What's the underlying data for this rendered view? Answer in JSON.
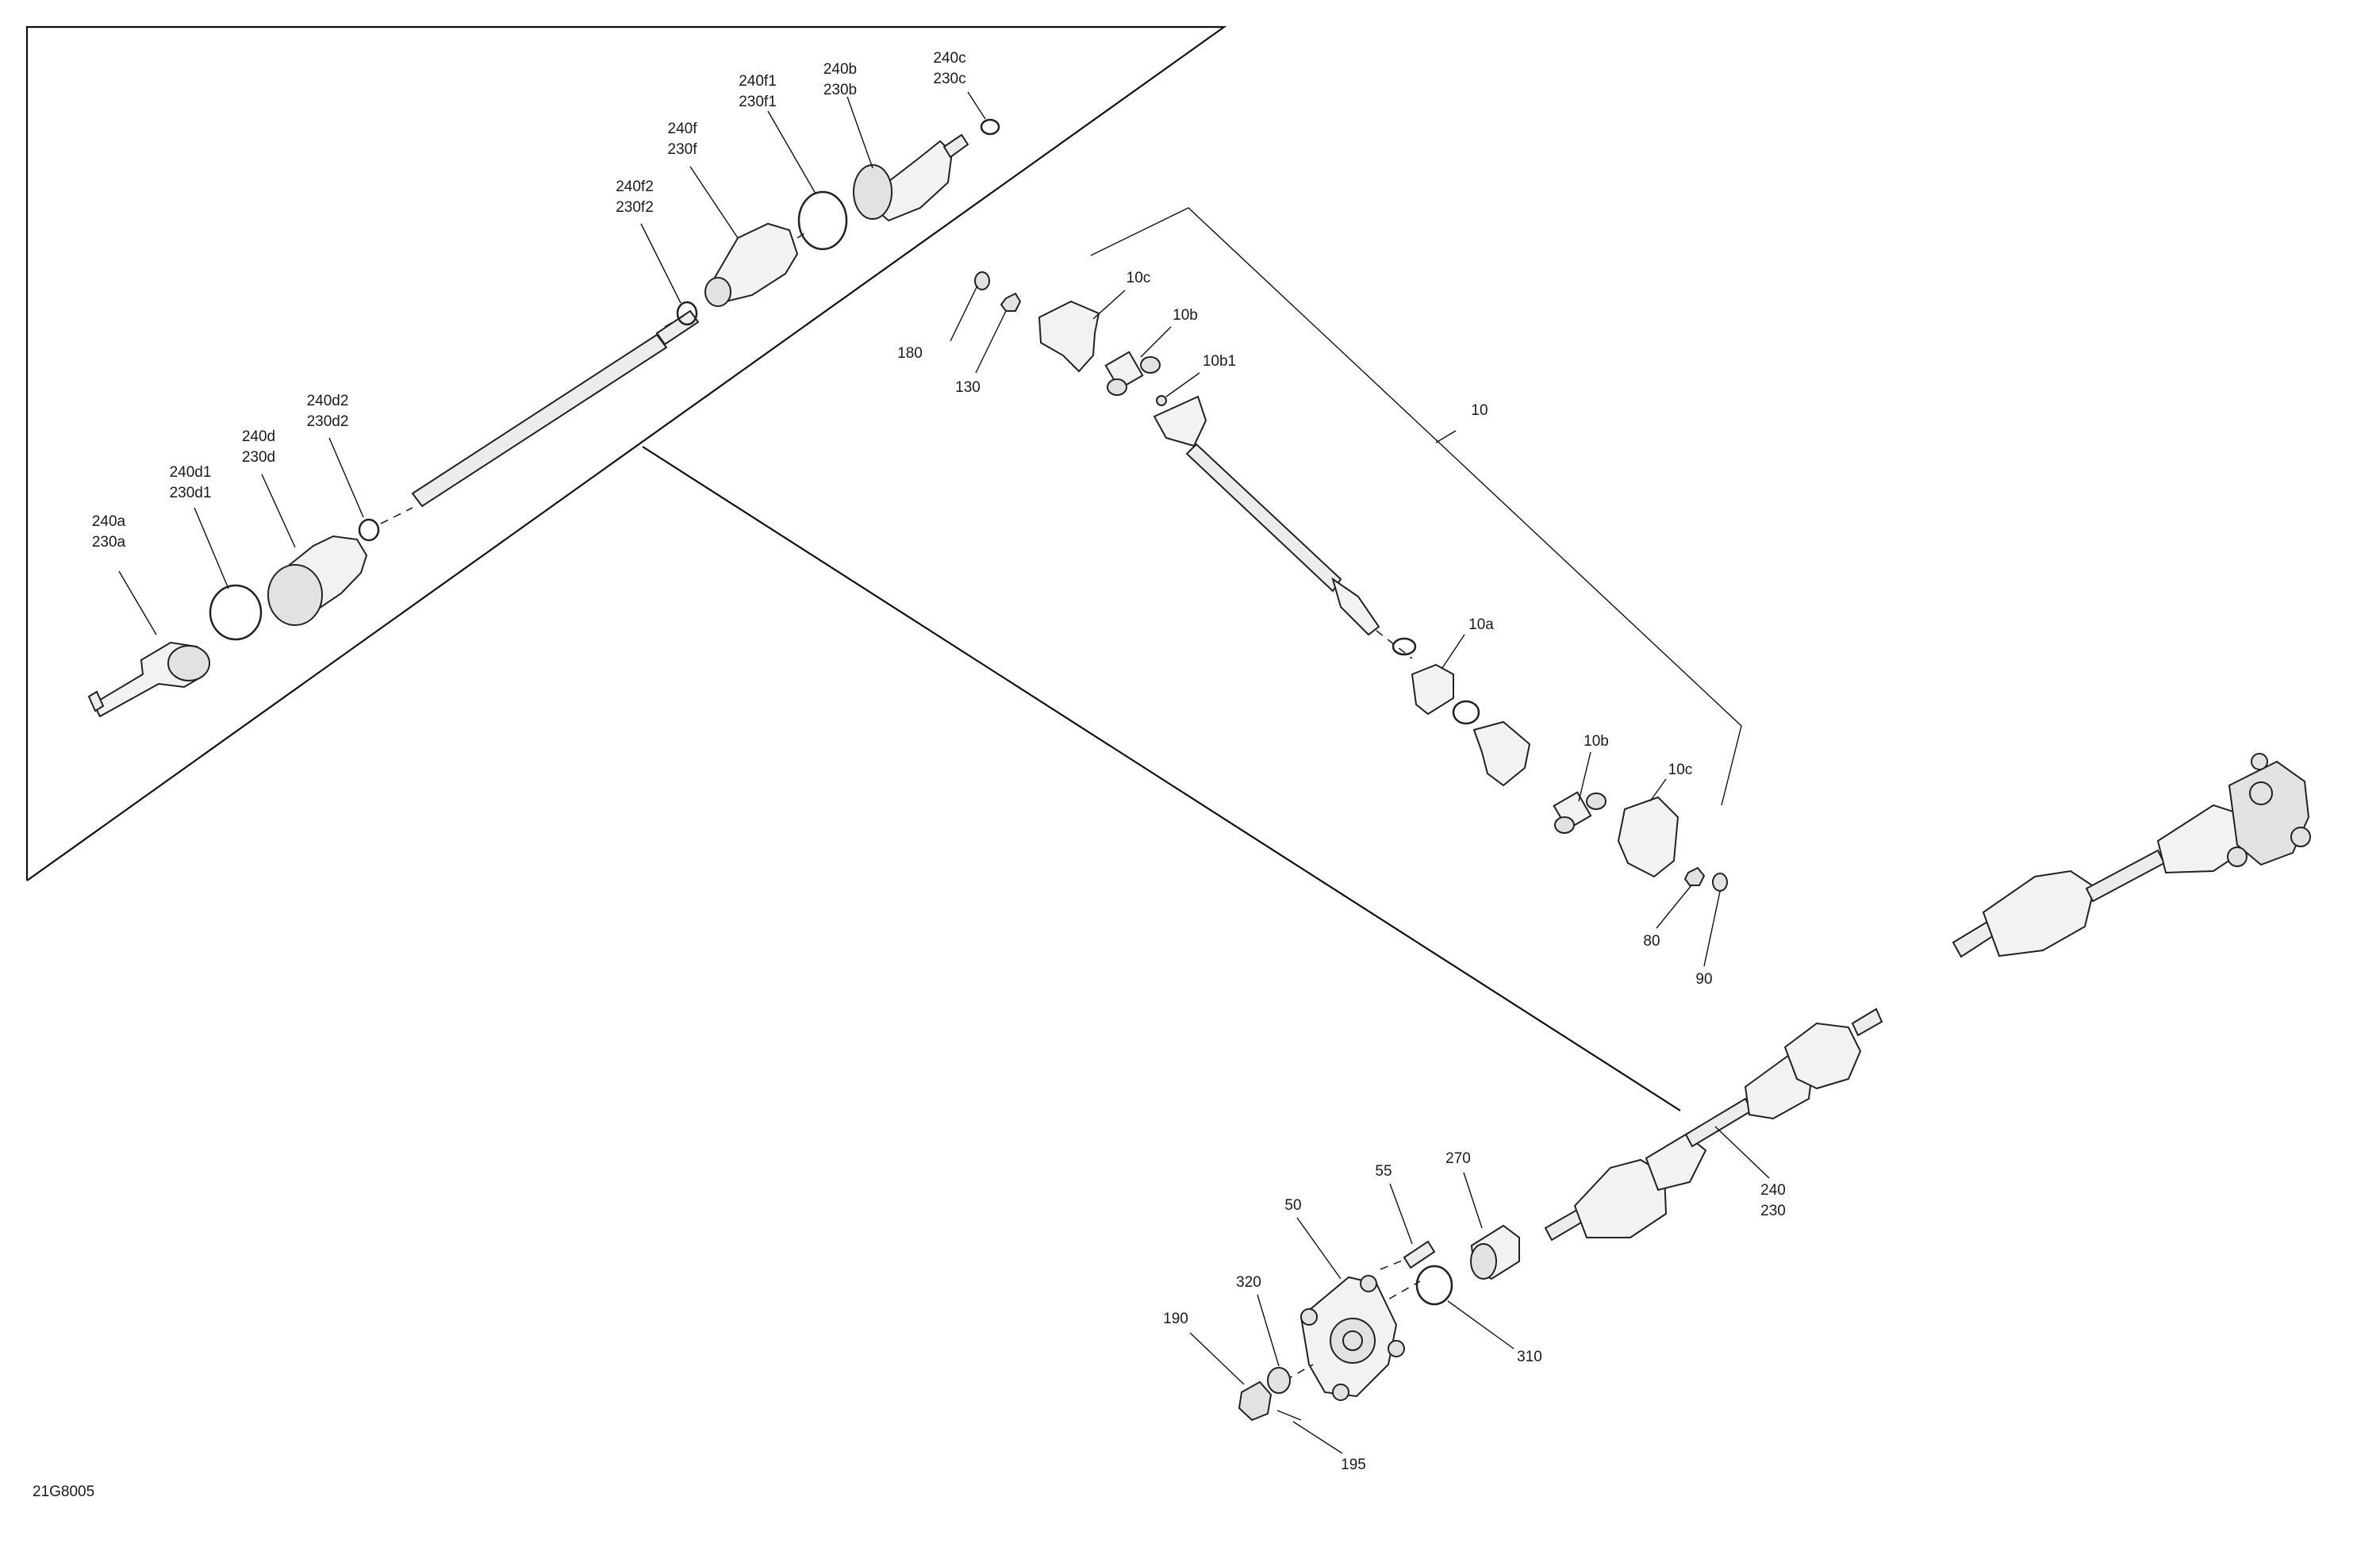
{
  "drawing_code": "21G8005",
  "callouts": {
    "c240a": [
      "240a",
      "230a"
    ],
    "c240d1": [
      "240d1",
      "230d1"
    ],
    "c240d": [
      "240d",
      "230d"
    ],
    "c240d2": [
      "240d2",
      "230d2"
    ],
    "c240f2": [
      "240f2",
      "230f2"
    ],
    "c240f": [
      "240f",
      "230f"
    ],
    "c240f1": [
      "240f1",
      "230f1"
    ],
    "c240b": [
      "240b",
      "230b"
    ],
    "c240c": [
      "240c",
      "230c"
    ],
    "c180": "180",
    "c130": "130",
    "c10c_top": "10c",
    "c10b_top": "10b",
    "c10b1": "10b1",
    "c10": "10",
    "c10a": "10a",
    "c10b_bot": "10b",
    "c10c_bot": "10c",
    "c80": "80",
    "c90": "90",
    "c55": "55",
    "c270": "270",
    "c50": "50",
    "c320": "320",
    "c190": "190",
    "c310": "310",
    "c195": "195",
    "c240": [
      "240",
      "230"
    ]
  }
}
